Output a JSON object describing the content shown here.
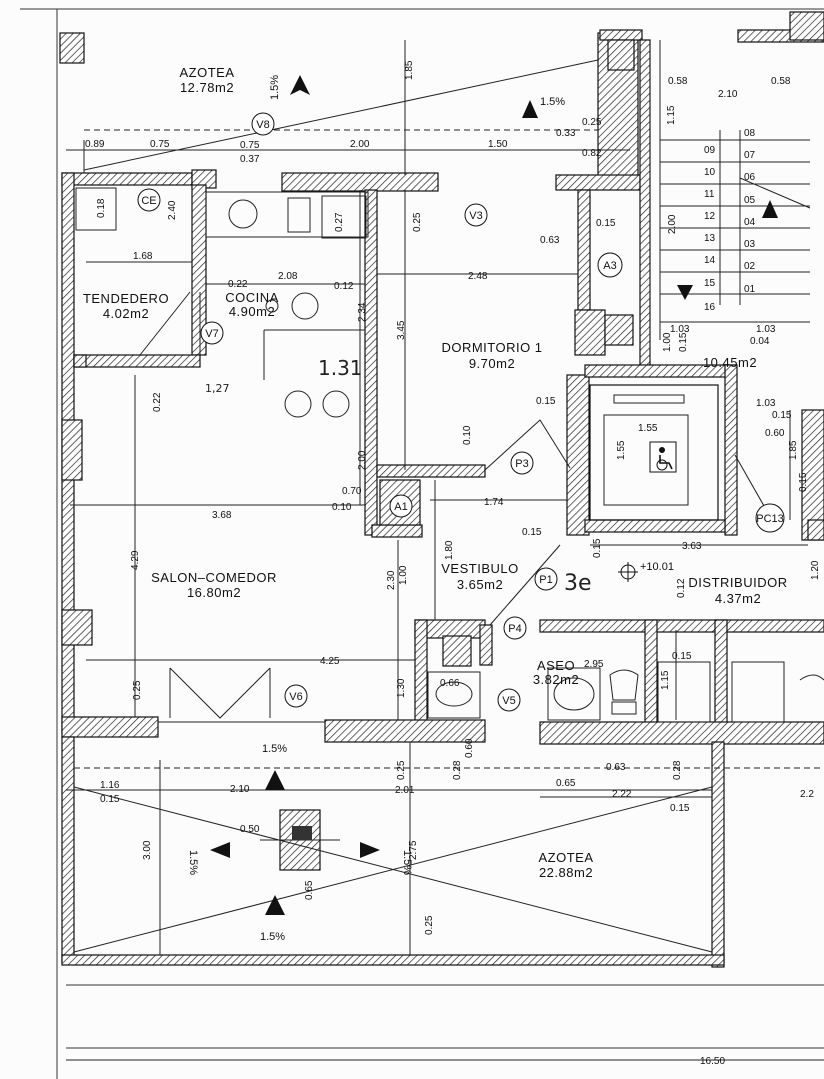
{
  "rooms": {
    "azotea_top": {
      "name": "AZOTEA",
      "area": "12.78m2"
    },
    "tendedero": {
      "name": "TENDEDERO",
      "area": "4.02m2"
    },
    "cocina": {
      "name": "COCINA",
      "area": "4.90m2"
    },
    "dormitorio": {
      "name": "DORMITORIO  1",
      "area": "9.70m2"
    },
    "salon": {
      "name": "SALON–COMEDOR",
      "area": "16.80m2"
    },
    "vestibulo": {
      "name": "VESTIBULO",
      "area": "3.65m2"
    },
    "distribuidor": {
      "name": "DISTRIBUIDOR",
      "area": "4.37m2"
    },
    "aseo": {
      "name": "ASEO",
      "area": "3.82m2"
    },
    "azotea_bottom": {
      "name": "AZOTEA",
      "area": "22.88m2"
    },
    "stair_area": {
      "area": "10.45m2"
    }
  },
  "tags": {
    "v8": "V8",
    "ce": "CE",
    "v7": "V7",
    "v3": "V3",
    "a3": "A3",
    "p3": "P3",
    "a1": "A1",
    "p1": "P1",
    "p4": "P4",
    "v5": "V5",
    "v6": "V6",
    "pc": "PC13"
  },
  "slopes": {
    "s1": "1.5%",
    "s2": "1.5%",
    "s3": "1.5%",
    "s4": "1.5%",
    "s5": "1.5%",
    "s6": "1.5%"
  },
  "level": "+10.01",
  "handwritten": {
    "h1": "1.31",
    "h2": "1,27",
    "h3": "3e"
  },
  "stair_steps": [
    "08",
    "09",
    "07",
    "10",
    "06",
    "11",
    "05",
    "12",
    "04",
    "13",
    "03",
    "14",
    "02",
    "15",
    "01",
    "16"
  ],
  "dimensions": {
    "d1": "0.89",
    "d2": "0.75",
    "d3": "0.75",
    "d4": "0.37",
    "d5": "2.00",
    "d6": "1.50",
    "d7": "0.82",
    "d8": "0.33",
    "d9": "0.25",
    "d10": "1.85",
    "d11": "0.58",
    "d12": "0.58",
    "d13": "2.10",
    "d14": "1.15",
    "d15": "0.18",
    "d16": "2.40",
    "d17": "1.68",
    "d18": "0.27",
    "d19": "2.08",
    "d20": "0.22",
    "d21": "0.12",
    "d22": "2.34",
    "d23": "0.25",
    "d24": "2.48",
    "d25": "0.15",
    "d26": "0.63",
    "d27": "2.00",
    "d28": "3.45",
    "d29": "1.03",
    "d30": "1.03",
    "d31": "0.04",
    "d32": "1.00",
    "d33": "0.15",
    "d34": "0.22",
    "d35": "0.15",
    "d36": "1.55",
    "d37": "1.55",
    "d38": "1.03",
    "d39": "0.15",
    "d40": "0.60",
    "d41": "1.85",
    "d42": "0.15",
    "d43": "0.10",
    "d44": "2.00",
    "d45": "0.70",
    "d46": "0.10",
    "d47": "3.68",
    "d48": "1.74",
    "d49": "0.15",
    "d50": "3.63",
    "d51": "0.15",
    "d52": "4.29",
    "d53": "1.80",
    "d54": "2.30",
    "d55": "1.00",
    "d56": "0.12",
    "d57": "1.20",
    "d58": "4.25",
    "d59": "2.95",
    "d60": "0.15",
    "d61": "1.15",
    "d62": "0.66",
    "d63": "0.25",
    "d64": "1.30",
    "d65": "0.60",
    "d66": "0.28",
    "d67": "0.63",
    "d68": "0.28",
    "d69": "0.25",
    "d70": "1.16",
    "d71": "0.15",
    "d72": "2.10",
    "d73": "2.01",
    "d74": "0.65",
    "d75": "2.22",
    "d76": "0.15",
    "d77": "2.2",
    "d78": "0.50",
    "d79": "3.00",
    "d80": "2.75",
    "d81": "0.65",
    "d82": "0.25",
    "d83": "16.50"
  }
}
